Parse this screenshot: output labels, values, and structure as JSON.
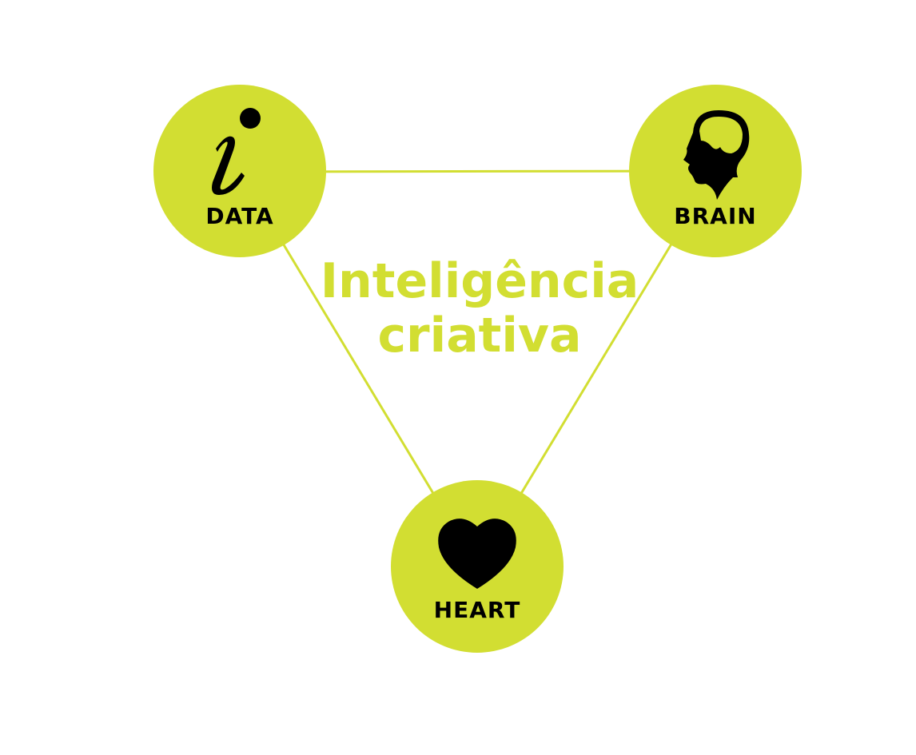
{
  "title_line1": "Inteligência",
  "title_line2": "criativa",
  "nodes": [
    {
      "label": "DATA",
      "icon": "info-icon"
    },
    {
      "label": "BRAIN",
      "icon": "head-brain-icon"
    },
    {
      "label": "HEART",
      "icon": "heart-icon"
    }
  ],
  "accent_color": "#d2de32"
}
